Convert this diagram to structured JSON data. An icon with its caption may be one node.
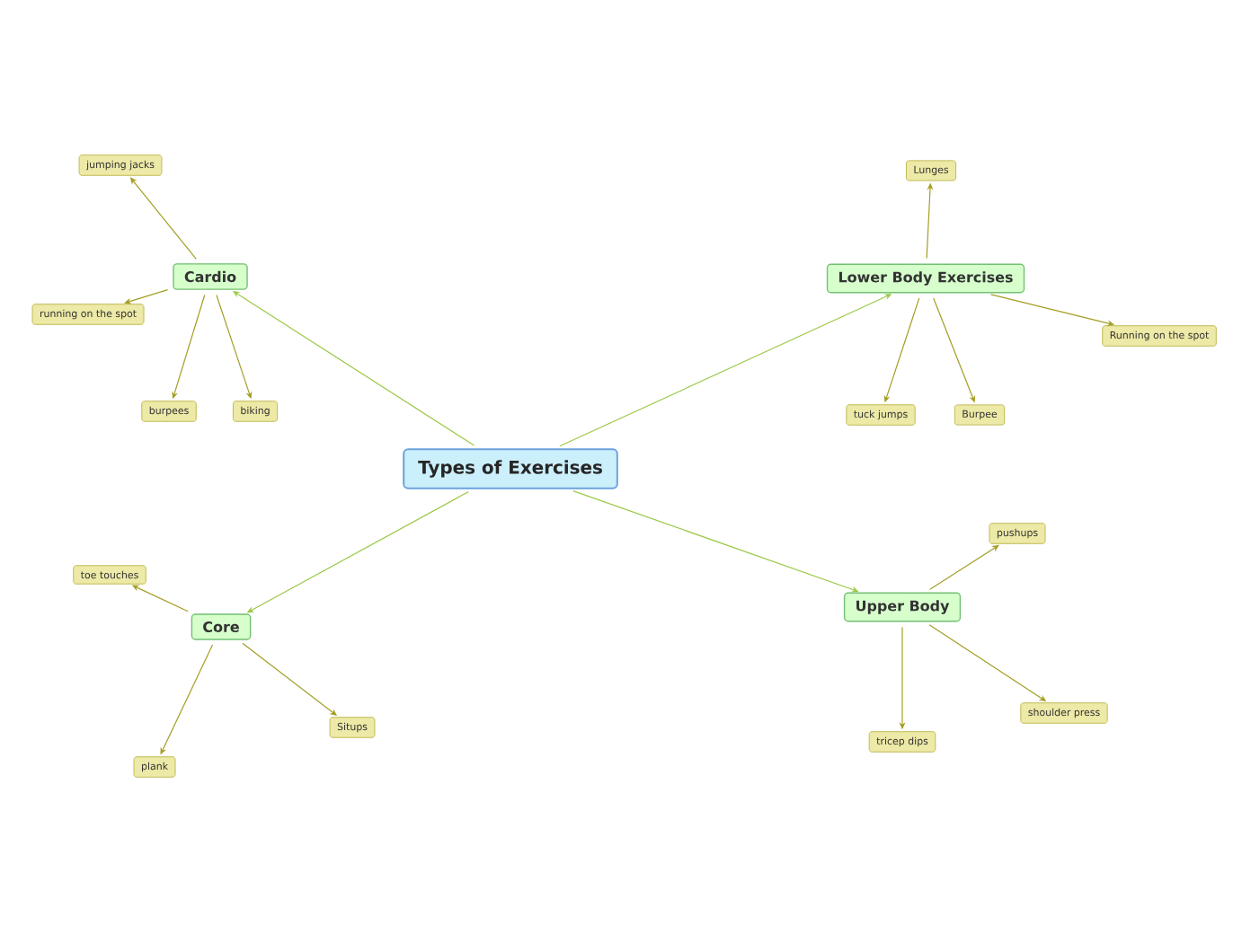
{
  "diagram": {
    "nodes": [
      {
        "text": [
          "Types of Exercises"
        ]
      },
      {
        "text": [
          "Cardio"
        ]
      },
      {
        "text": [
          "jumping jacks"
        ]
      },
      {
        "text": [
          "running on the spot"
        ]
      },
      {
        "text": [
          "burpees"
        ]
      },
      {
        "text": [
          "biking"
        ]
      },
      {
        "text": [
          "Lower Body Exercises"
        ]
      },
      {
        "text": [
          "Lunges"
        ]
      },
      {
        "text": [
          "Running on the spot"
        ]
      },
      {
        "text": [
          "tuck jumps"
        ]
      },
      {
        "text": [
          "Burpee"
        ]
      },
      {
        "text": [
          "Core"
        ]
      },
      {
        "text": [
          "toe touches"
        ]
      },
      {
        "text": [
          "plank"
        ]
      },
      {
        "text": [
          "Situps"
        ]
      },
      {
        "text": [
          "Upper Body"
        ]
      },
      {
        "text": [
          "pushups"
        ]
      },
      {
        "text": [
          "shoulder press"
        ]
      },
      {
        "text": [
          "tricep dips"
        ]
      }
    ],
    "edges": [
      {
        "from": 0,
        "to": 1,
        "arrow": "to",
        "color": "#9cc847"
      },
      {
        "from": 1,
        "to": 2,
        "arrow": "to"
      },
      {
        "from": 1,
        "to": 3,
        "arrow": "to"
      },
      {
        "from": 1,
        "to": 4,
        "arrow": "to"
      },
      {
        "from": 1,
        "to": 5,
        "arrow": "to"
      },
      {
        "from": 0,
        "to": 6,
        "arrow": "to",
        "color": "#9cc847"
      },
      {
        "from": 6,
        "to": 7,
        "arrow": "to"
      },
      {
        "from": 6,
        "to": 8,
        "arrow": "to"
      },
      {
        "from": 6,
        "to": 9,
        "arrow": "to"
      },
      {
        "from": 6,
        "to": 10,
        "arrow": "to"
      },
      {
        "from": 0,
        "to": 11,
        "arrow": "to",
        "color": "#9cc847"
      },
      {
        "from": 11,
        "to": 12,
        "arrow": "to"
      },
      {
        "from": 11,
        "to": 13,
        "arrow": "to"
      },
      {
        "from": 11,
        "to": 14,
        "arrow": "to"
      },
      {
        "from": 0,
        "to": 15,
        "arrow": "to",
        "color": "#9cc847"
      },
      {
        "from": 15,
        "to": 16,
        "arrow": "to"
      },
      {
        "from": 15,
        "to": 17,
        "arrow": "to"
      },
      {
        "from": 15,
        "to": 18,
        "arrow": "to"
      }
    ]
  }
}
